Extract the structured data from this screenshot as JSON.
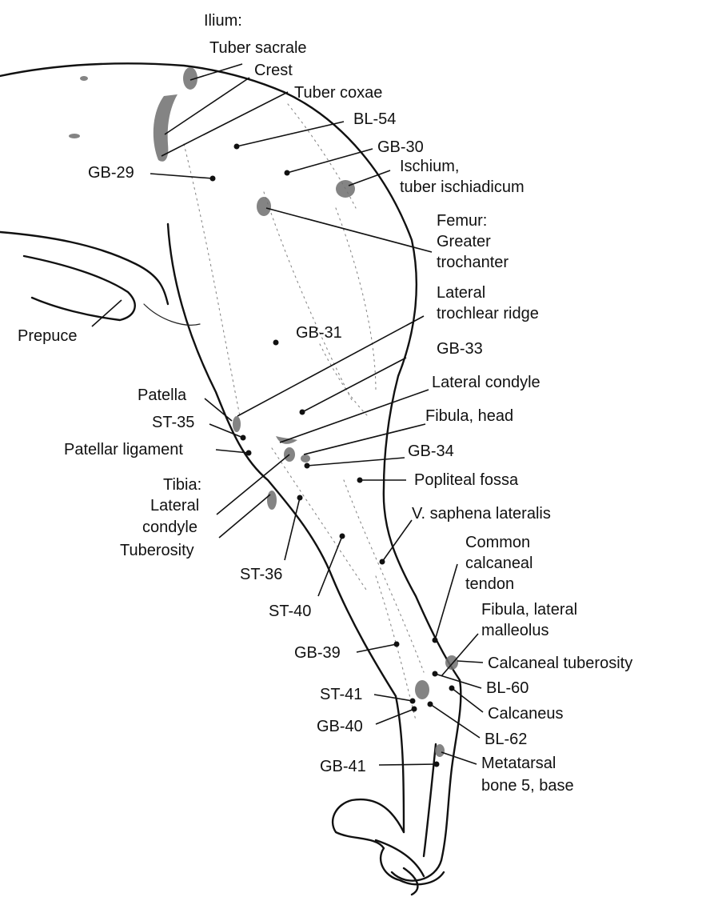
{
  "colors": {
    "ink": "#111111",
    "bone_shading": "#6e6e6e",
    "background": "#ffffff"
  },
  "labels": {
    "ilium": "Ilium:",
    "tuber_sacrale": "Tuber sacrale",
    "crest": "Crest",
    "tuber_coxae": "Tuber coxae",
    "bl54": "BL-54",
    "gb30": "GB-30",
    "ischium_1": "Ischium,",
    "ischium_2": "tuber ischiadicum",
    "gb29": "GB-29",
    "femur": "Femur:",
    "greater_1": "Greater",
    "greater_2": "trochanter",
    "prepuce": "Prepuce",
    "lateral_trochlear_1": "Lateral",
    "lateral_trochlear_2": "trochlear ridge",
    "gb31": "GB-31",
    "gb33": "GB-33",
    "lateral_condyle": "Lateral condyle",
    "patella": "Patella",
    "st35": "ST-35",
    "fibula_head": "Fibula, head",
    "patellar_ligament": "Patellar ligament",
    "gb34": "GB-34",
    "tibia": "Tibia:",
    "popliteal_fossa": "Popliteal fossa",
    "tibia_lateral": "Lateral",
    "tibia_condyle": "condyle",
    "tuberosity": "Tuberosity",
    "v_saphena": "V. saphena lateralis",
    "common_1": "Common",
    "common_2": "calcaneal",
    "common_3": "tendon",
    "st36": "ST-36",
    "st40": "ST-40",
    "fibula_mall_1": "Fibula, lateral",
    "fibula_mall_2": "malleolus",
    "gb39": "GB-39",
    "calcaneal_tuberosity": "Calcaneal tuberosity",
    "bl60": "BL-60",
    "st41": "ST-41",
    "calcaneus": "Calcaneus",
    "gb40": "GB-40",
    "bl62": "BL-62",
    "gb41": "GB-41",
    "metatarsal_1": "Metatarsal",
    "metatarsal_2": "bone 5, base"
  }
}
